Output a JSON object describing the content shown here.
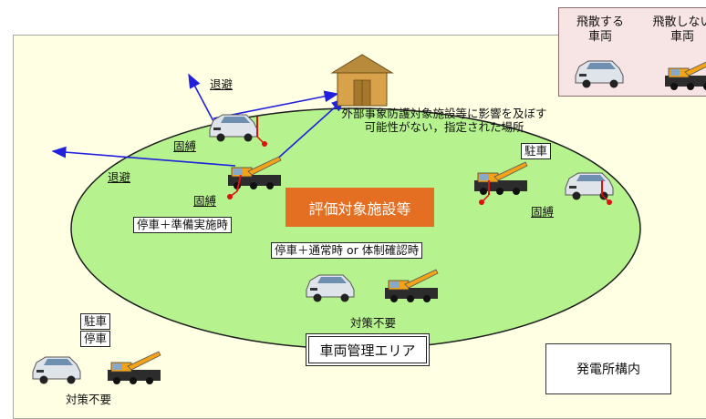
{
  "legend": {
    "col1_line1": "飛散する",
    "col1_line2": "車両",
    "col2_line1": "飛散しない",
    "col2_line2": "車両"
  },
  "labels": {
    "evacuate_top": "退避",
    "evacuate_left": "退避",
    "tie_down_car_top": "固縛",
    "tie_down_crane_left": "固縛",
    "tie_down_right": "固縛",
    "parking_right": "駐車",
    "stop_prep": "停車＋準備実施時",
    "stop_normal": "停車＋通常時 or 体制確認時",
    "no_measure_center": "対策不要",
    "parking_outside": "駐車",
    "stop_outside": "停車",
    "no_measure_outside": "対策不要"
  },
  "designated_place_note": {
    "line1": "外部事象防護対象施設等に影響を及ぼす",
    "line2": "可能性がない，指定された場所"
  },
  "facility_label": "評価対象施設等",
  "vehicle_area_label": "車両管理エリア",
  "power_station_label": "発電所構内",
  "colors": {
    "area_fill": "#ffffe4",
    "ellipse_fill": "#b6f28e",
    "facility_fill": "#e46f22",
    "arrow": "#2020dd",
    "tie_down": "#dd1111",
    "legend_fill": "#f7e4e4"
  }
}
